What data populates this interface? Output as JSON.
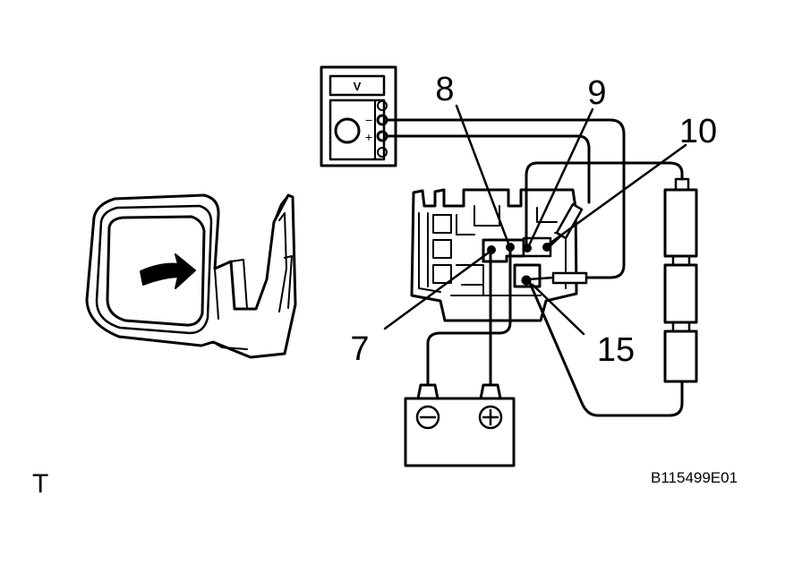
{
  "diagram": {
    "voltmeter": {
      "display": "V",
      "minus": "−",
      "plus": "+"
    },
    "terminals": [
      "7",
      "8",
      "9",
      "10",
      "15"
    ],
    "battery": {
      "negative": "−",
      "positive": "+"
    },
    "corner_mark": "T",
    "figure_code": "B115499E01"
  }
}
